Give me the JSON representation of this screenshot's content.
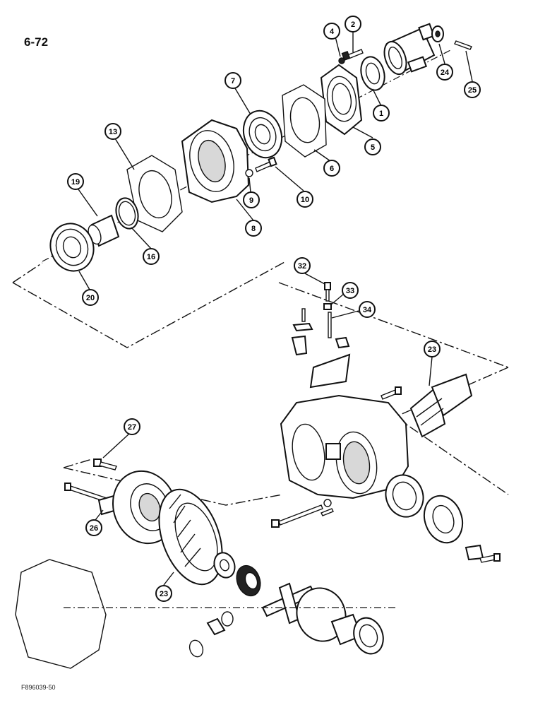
{
  "page": {
    "label": "6-72",
    "figure_code": "F896039-50"
  },
  "callouts": [
    {
      "id": "c1",
      "text": "1"
    },
    {
      "id": "c2",
      "text": "2"
    },
    {
      "id": "c4",
      "text": "4"
    },
    {
      "id": "c5",
      "text": "5"
    },
    {
      "id": "c6",
      "text": "6"
    },
    {
      "id": "c7",
      "text": "7"
    },
    {
      "id": "c8",
      "text": "8"
    },
    {
      "id": "c9",
      "text": "9"
    },
    {
      "id": "c10",
      "text": "10"
    },
    {
      "id": "c13",
      "text": "13"
    },
    {
      "id": "c16",
      "text": "16"
    },
    {
      "id": "c19",
      "text": "19"
    },
    {
      "id": "c20",
      "text": "20"
    },
    {
      "id": "c23a",
      "text": "23"
    },
    {
      "id": "c23b",
      "text": "23"
    },
    {
      "id": "c24",
      "text": "24"
    },
    {
      "id": "c25",
      "text": "25"
    },
    {
      "id": "c26",
      "text": "26"
    },
    {
      "id": "c27",
      "text": "27"
    },
    {
      "id": "c32",
      "text": "32"
    },
    {
      "id": "c33",
      "text": "33"
    },
    {
      "id": "c34",
      "text": "34"
    }
  ]
}
